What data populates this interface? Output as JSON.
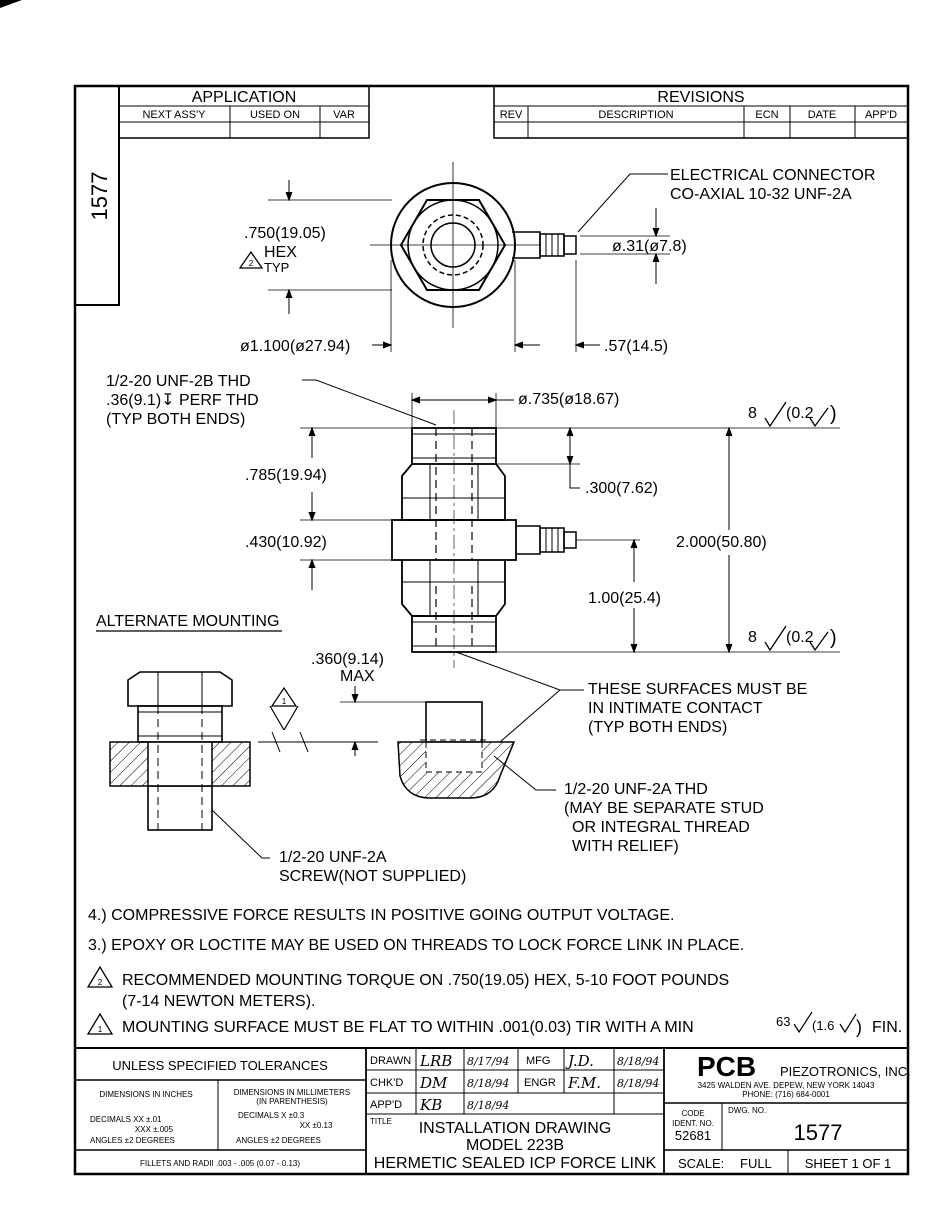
{
  "sheet_number_side": "1577",
  "application": {
    "title": "APPLICATION",
    "col_next_assy": "NEXT ASS'Y",
    "col_used_on": "USED ON",
    "col_var": "VAR"
  },
  "revisions": {
    "title": "REVISIONS",
    "col_rev": "REV",
    "col_description": "DESCRIPTION",
    "col_ecn": "ECN",
    "col_date": "DATE",
    "col_appd": "APP'D"
  },
  "top_view": {
    "connector_line1": "ELECTRICAL CONNECTOR",
    "connector_line2": "CO-AXIAL 10-32 UNF-2A",
    "hex_dim": ".750(19.05)",
    "hex_note_num": "2",
    "hex_label": "HEX",
    "hex_typ": "TYP",
    "connector_dia": "ø.31(ø7.8)",
    "outer_dia": "ø1.100(ø27.94)",
    "connector_len": ".57(14.5)"
  },
  "side_view": {
    "thread_line1": "1/2-20 UNF-2B THD",
    "thread_line2": ".36(9.1)↧ PERF THD",
    "thread_line3": "(TYP BOTH ENDS)",
    "top_dia": "ø.735(ø18.67)",
    "finish_top_a": "8",
    "finish_top_b": "(0.2",
    "finish_top_c": ")",
    "dim_upper": ".785(19.94)",
    "dim_thread": ".300(7.62)",
    "dim_middle": ".430(10.92)",
    "dim_total": "2.000(50.80)",
    "dim_center": "1.00(25.4)",
    "finish_bot_a": "8",
    "finish_bot_b": "(0.2",
    "finish_bot_c": ")"
  },
  "alternate": {
    "title": "ALTERNATE MOUNTING",
    "max_dim": ".360(9.14)",
    "max_label": "MAX",
    "flat_note_num": "1",
    "surf_line1": "THESE SURFACES MUST BE",
    "surf_line2": "IN INTIMATE CONTACT",
    "surf_line3": "(TYP BOTH ENDS)",
    "stud_line1": "1/2-20 UNF-2A THD",
    "stud_line2": "(MAY BE SEPARATE STUD",
    "stud_line3": "OR INTEGRAL THREAD",
    "stud_line4": "WITH RELIEF)",
    "screw_line1": "1/2-20 UNF-2A",
    "screw_line2": "SCREW(NOT SUPPLIED)"
  },
  "notes": {
    "n4": "4.) COMPRESSIVE FORCE RESULTS IN POSITIVE GOING OUTPUT VOLTAGE.",
    "n3": "3.) EPOXY OR LOCTITE MAY BE USED ON THREADS TO LOCK FORCE LINK IN PLACE.",
    "n2_num": "2",
    "n2_line1": "RECOMMENDED MOUNTING TORQUE ON .750(19.05) HEX, 5-10 FOOT POUNDS",
    "n2_line2": "(7-14 NEWTON METERS).",
    "n1_num": "1",
    "n1_text": "MOUNTING SURFACE MUST BE FLAT TO WITHIN .001(0.03) TIR WITH A MIN",
    "n1_fin_a": "63",
    "n1_fin_b": "(1.6",
    "n1_fin_c": ")",
    "n1_fin_end": "FIN."
  },
  "title_block": {
    "tol_header": "UNLESS SPECIFIED TOLERANCES",
    "dim_inches": "DIMENSIONS IN INCHES",
    "dim_mm_1": "DIMENSIONS IN MILLIMETERS",
    "dim_mm_2": "(IN PARENTHESIS)",
    "dec_in_1": "DECIMALS   XX ±.01",
    "dec_in_2": "XXX ±.005",
    "ang_in": "ANGLES ±2 DEGREES",
    "dec_mm_1": "DECIMALS   X ±0.3",
    "dec_mm_2": "XX ±0.13",
    "ang_mm": "ANGLES ±2 DEGREES",
    "fillets": "FILLETS AND RADII .003 - .005 (0.07 - 0.13)",
    "drawn_label": "DRAWN",
    "drawn_by": "LRB",
    "drawn_date": "8/17/94",
    "mfg_label": "MFG",
    "mfg_by": "J.D.",
    "mfg_date": "8/18/94",
    "chkd_label": "CHK'D",
    "chkd_by": "DM",
    "chkd_date": "8/18/94",
    "engr_label": "ENGR",
    "engr_by": "F.M.",
    "engr_date": "8/18/94",
    "appd_label": "APP'D",
    "appd_by": "KB",
    "appd_date": "8/18/94",
    "title_label": "TITLE",
    "title_1": "INSTALLATION DRAWING",
    "title_2": "MODEL 223B",
    "title_3": "HERMETIC SEALED ICP FORCE LINK",
    "company_logo": "PCB",
    "company_name": "PIEZOTRONICS, INC.",
    "company_addr": "3425 WALDEN AVE. DEPEW, NEW YORK 14043",
    "company_phone": "PHONE: (716) 684-0001",
    "code_label_1": "CODE",
    "code_label_2": "IDENT. NO.",
    "code_value": "52681",
    "dwg_label": "DWG. NO.",
    "dwg_value": "1577",
    "scale_label": "SCALE:",
    "scale_value": "FULL",
    "sheet_label": "SHEET 1 OF 1"
  }
}
